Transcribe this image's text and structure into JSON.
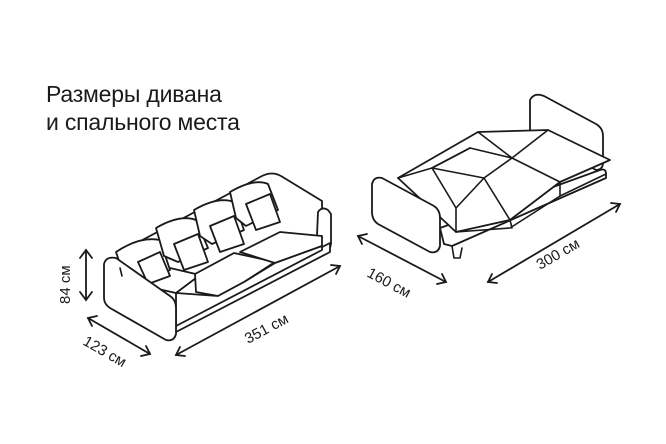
{
  "title": {
    "line1": "Размеры дивана",
    "line2": "и спального места"
  },
  "dimensions": {
    "height": "84 см",
    "depth": "123 см",
    "length": "351 см",
    "sleep_width": "160 см",
    "sleep_length": "300 см"
  },
  "icons": {
    "sofa": "sofa-assembled-icon",
    "bed": "sofa-unfolded-icon"
  }
}
